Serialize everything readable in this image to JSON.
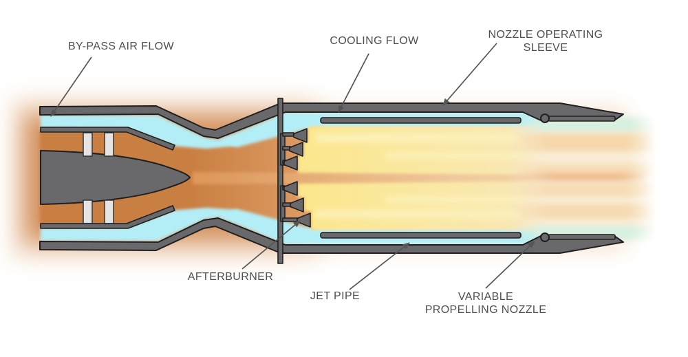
{
  "diagram": {
    "subject": "afterburning turbofan jet engine cross-section",
    "labels": {
      "bypass_air_flow": "BY-PASS AIR FLOW",
      "cooling_flow": "COOLING FLOW",
      "nozzle_operating_sleeve": "NOZZLE OPERATING\nSLEEVE",
      "afterburner": "AFTERBURNER",
      "jet_pipe": "JET PIPE",
      "variable_propelling_nozzle": "VARIABLE\nPROPELLING NOZZLE"
    }
  },
  "colors": {
    "metal": "#69696b",
    "metal_outline": "#1f1f1f",
    "strut": "#e6e4e3",
    "bypass_air": "#b3eef6",
    "hot_core": "#ca7f43",
    "hot_core_light": "#dd9e66",
    "flame": "#fbe78c",
    "flame_mid": "#f9e8ad",
    "flame_pale": "#f7e2c2",
    "flame_light": "#fdf3bd",
    "wake": "#de985c",
    "wake_fade": "#efc79b",
    "plume_teal": "#d7f0e0",
    "plume_cream": "#f9ecd4",
    "plume_orange": "#f6d8ac",
    "plume_deep": "#eebd8e",
    "halo": "#ecc9a0",
    "label_text": "#4f4f4f",
    "leader": "#555555",
    "background": "#ffffff"
  }
}
